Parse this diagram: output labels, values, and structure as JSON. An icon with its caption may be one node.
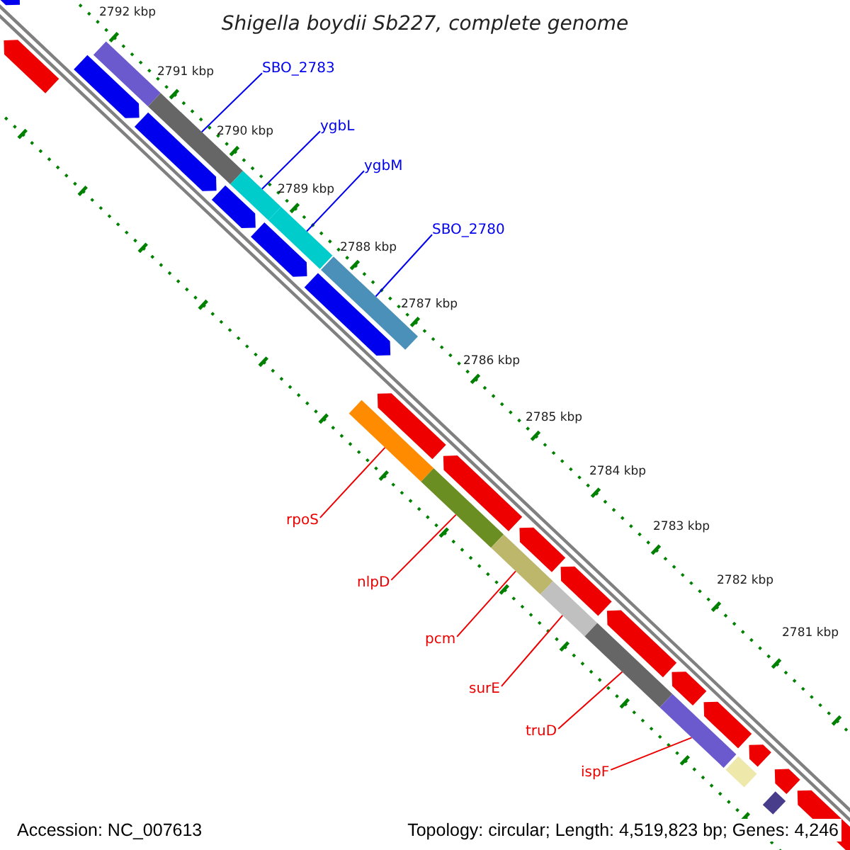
{
  "diagram": {
    "title": "Shigella boydii Sb227, complete genome",
    "nodes": [
      {
        "text": [
          "SBO_2783"
        ]
      },
      {
        "text": [
          "ygbL"
        ]
      },
      {
        "text": [
          "ygbM"
        ]
      },
      {
        "text": [
          "SBO_2780"
        ]
      },
      {
        "text": [
          "rpoS"
        ]
      },
      {
        "text": [
          "nlpD"
        ]
      },
      {
        "text": [
          "pcm"
        ]
      },
      {
        "text": [
          "surE"
        ]
      },
      {
        "text": [
          "truD"
        ]
      },
      {
        "text": [
          "ispF"
        ]
      },
      {
        "text": [],
        "shape": "bar"
      },
      {
        "text": [],
        "shape": "bar"
      },
      {
        "text": [],
        "shape": "bar"
      },
      {
        "text": [],
        "shape": "bar"
      },
      {
        "text": [],
        "shape": "bar"
      },
      {
        "text": [],
        "shape": "bar"
      },
      {
        "text": [],
        "shape": "bar"
      },
      {
        "text": [],
        "shape": "bar"
      },
      {
        "text": [],
        "shape": "bar"
      },
      {
        "text": [],
        "shape": "bar"
      },
      {
        "text": [],
        "shape": "bar"
      },
      {
        "text": [],
        "shape": "bar"
      },
      {
        "text": [],
        "shape": "bar"
      }
    ],
    "edges": [
      {
        "from": 0,
        "to": 11,
        "arrow": "none",
        "color": "#0000ee"
      },
      {
        "from": 1,
        "to": 12,
        "arrow": "none",
        "color": "#0000ee"
      },
      {
        "from": 2,
        "to": 13,
        "arrow": "none",
        "color": "#0000ee"
      },
      {
        "from": 3,
        "to": 14,
        "arrow": "none",
        "color": "#0000ee"
      },
      {
        "from": 4,
        "to": 15,
        "arrow": "none"
      },
      {
        "from": 5,
        "to": 16,
        "arrow": "none"
      },
      {
        "from": 6,
        "to": 17,
        "arrow": "none"
      },
      {
        "from": 7,
        "to": 18,
        "arrow": "none"
      },
      {
        "from": 8,
        "to": 19,
        "arrow": "none"
      },
      {
        "from": 9,
        "to": 20,
        "arrow": "none"
      }
    ],
    "labels": [
      "2792 kbp",
      "2791 kbp",
      "2790 kbp",
      "2789 kbp",
      "2788 kbp",
      "2787 kbp",
      "2786 kbp",
      "2785 kbp",
      "2784 kbp",
      "2783 kbp",
      "2782 kbp",
      "2781 kbp",
      "Accession: NC_007613",
      "Topology: circular; Length: 4,519,823 bp; Genes: 4,246"
    ]
  }
}
